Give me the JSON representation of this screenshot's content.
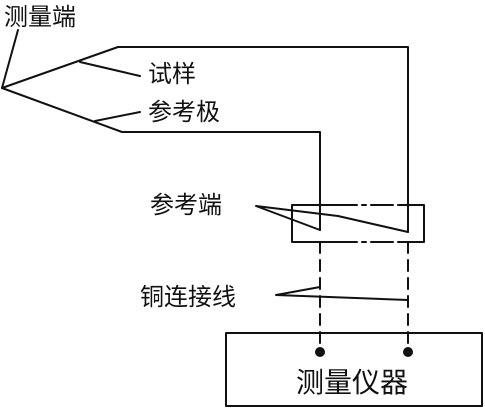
{
  "labels": {
    "measuring_end": "测量端",
    "sample": "试样",
    "reference_electrode": "参考极",
    "reference_end": "参考端",
    "copper_wire": "铜连接线",
    "instrument": "测量仪器"
  }
}
